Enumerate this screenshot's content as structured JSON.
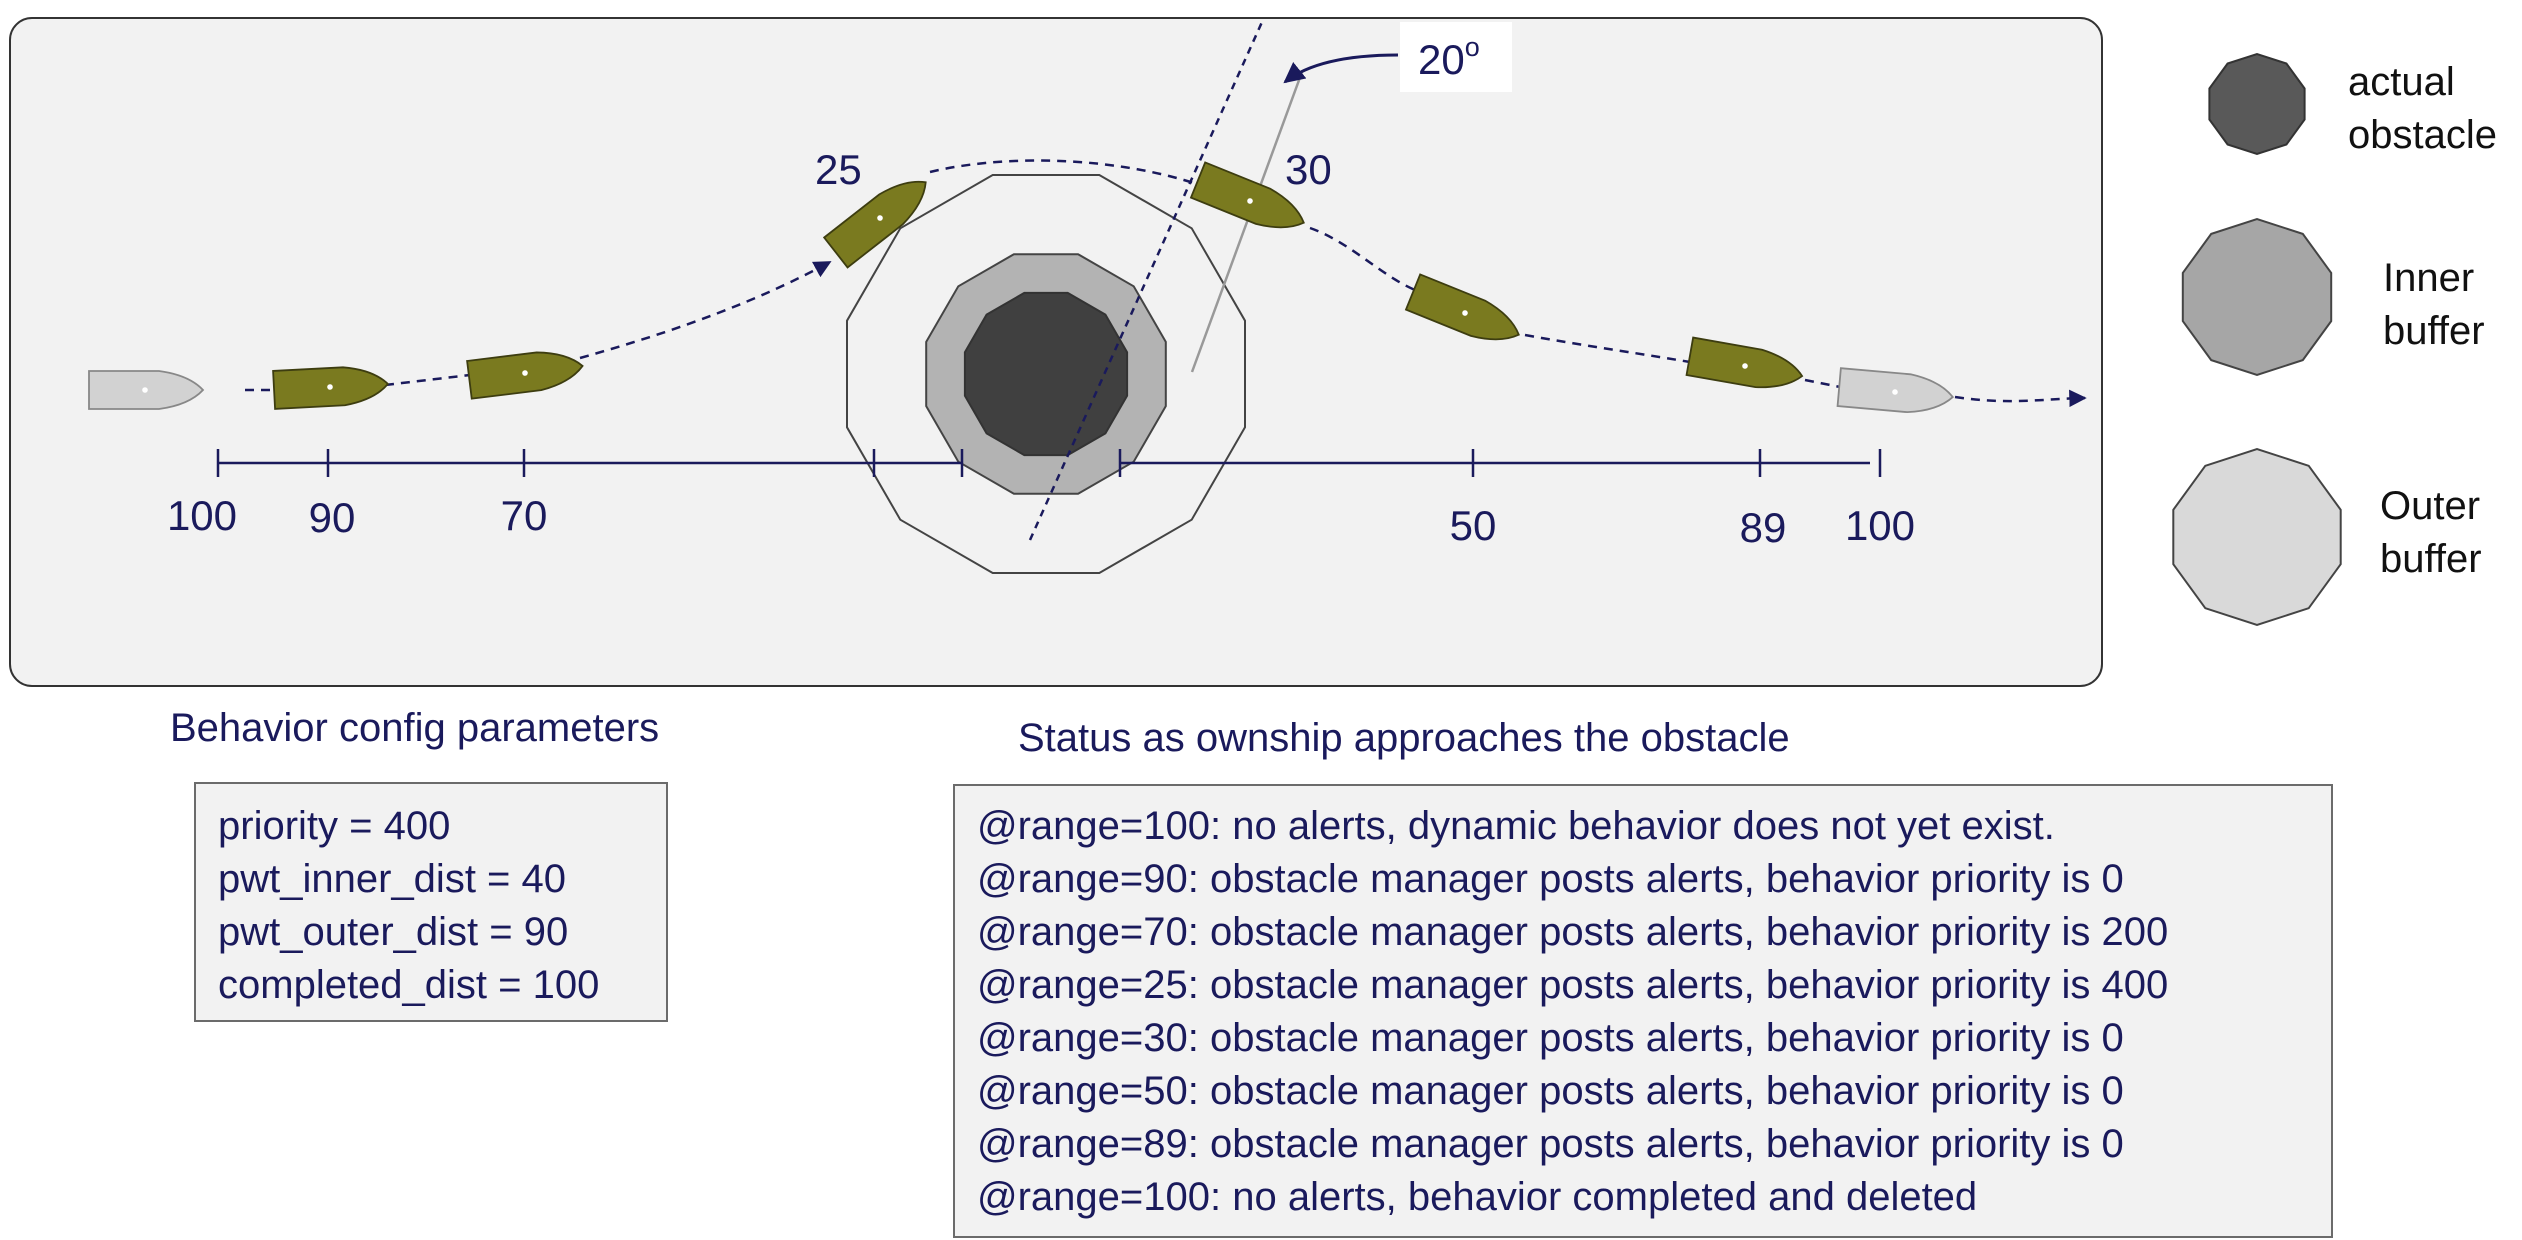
{
  "diagram": {
    "angle_label": "20",
    "angle_unit": "o",
    "waypoint_labels": [
      "25",
      "30"
    ],
    "range_ticks": [
      "100",
      "90",
      "70",
      "50",
      "89",
      "100"
    ]
  },
  "legend": {
    "actual_obstacle": [
      "actual",
      "obstacle"
    ],
    "inner_buffer": [
      "Inner",
      "buffer"
    ],
    "outer_buffer": [
      "Outer",
      "buffer"
    ]
  },
  "config": {
    "title": "Behavior config parameters",
    "params": [
      "priority = 400",
      "pwt_inner_dist = 40",
      "pwt_outer_dist = 90",
      "completed_dist = 100"
    ]
  },
  "status": {
    "title": "Status as ownship approaches the obstacle",
    "lines": [
      "@range=100: no alerts, dynamic behavior does not yet exist.",
      "@range=90: obstacle manager posts alerts, behavior priority is 0",
      "@range=70: obstacle manager posts alerts, behavior priority is 200",
      "@range=25: obstacle manager posts alerts, behavior priority is 400",
      "@range=30: obstacle manager posts alerts, behavior priority is 0",
      "@range=50: obstacle manager posts alerts, behavior priority is 0",
      "@range=89: obstacle manager posts alerts, behavior priority is 0",
      "@range=100: no alerts, behavior completed and deleted"
    ]
  },
  "colors": {
    "ink": "#1a1a5c",
    "boat_active": "#7a7a1f",
    "boat_inactive": "#d2d2d2",
    "obstacle_actual": "#404040",
    "obstacle_inner": "#b3b3b3",
    "obstacle_outer": "#f2f2f2",
    "panel_bg": "#f2f2f2"
  }
}
